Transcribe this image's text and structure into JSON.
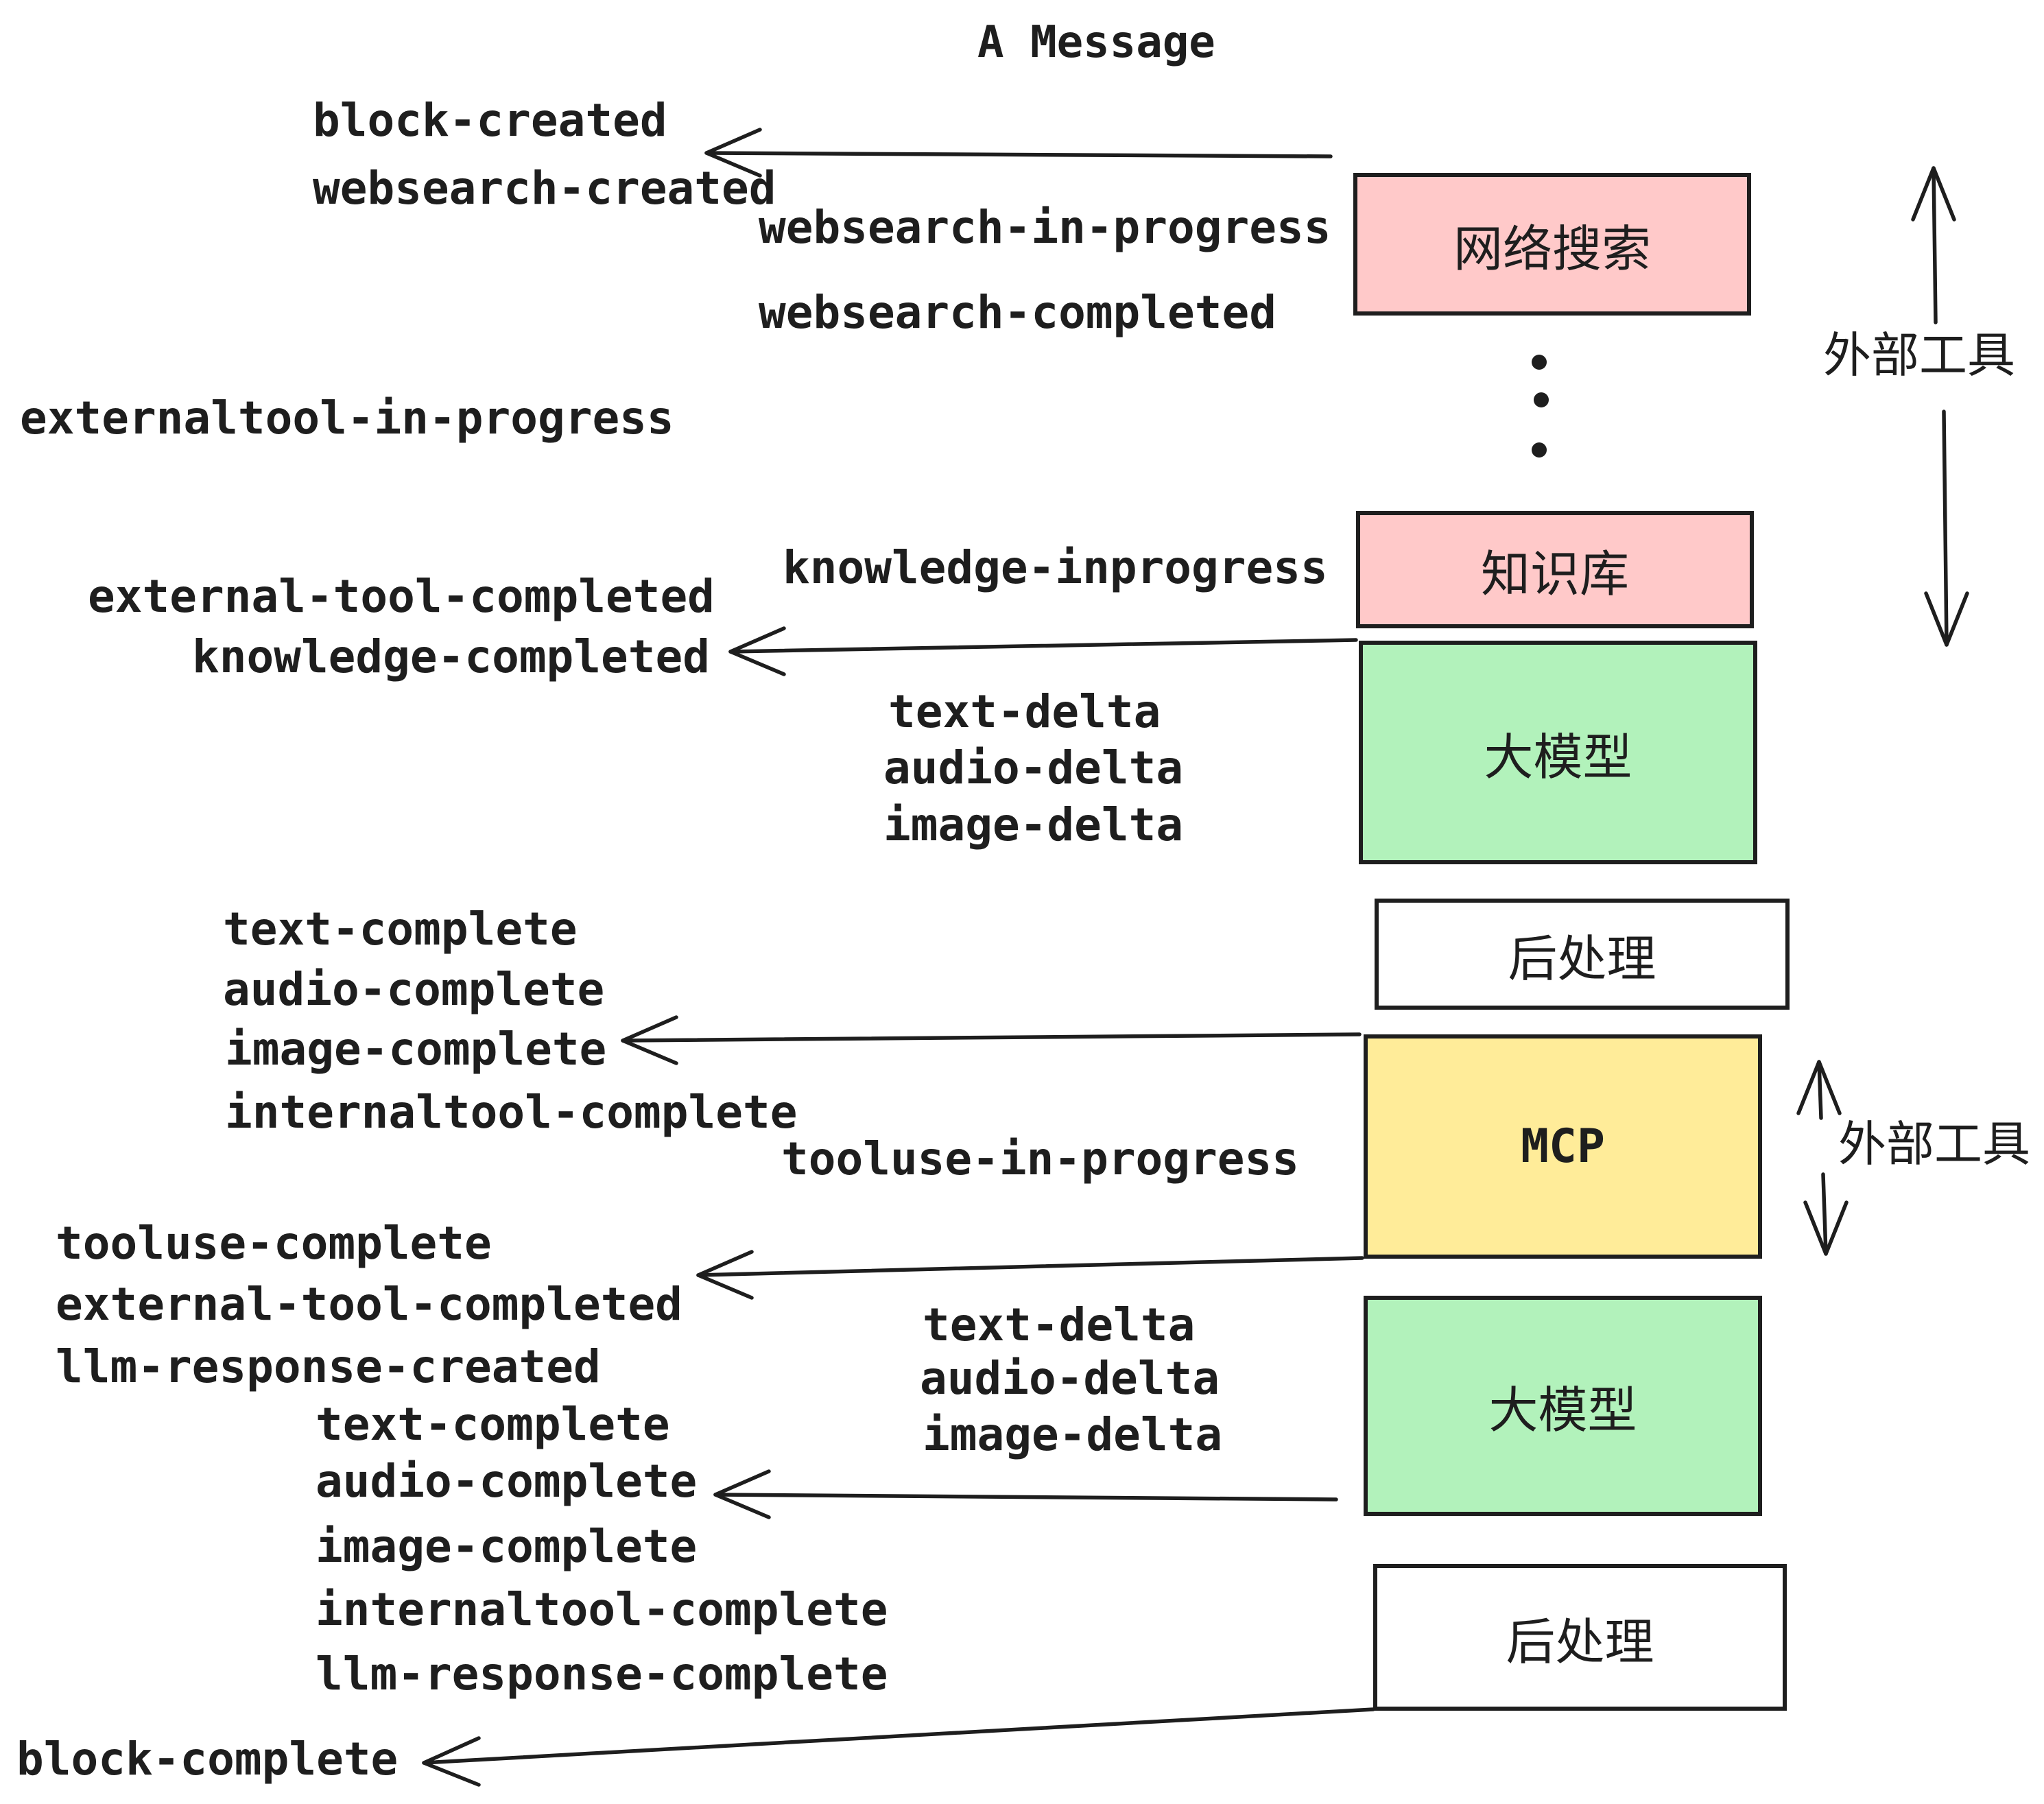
{
  "title": "A Message",
  "colors": {
    "ink": "#1e1e1e",
    "external_tool_box_fill": "#ffc9c9",
    "llm_box_fill": "#b2f2bb",
    "mcp_box_fill": "#ffec99",
    "post_process_box_fill": "#ffffff",
    "background": "#ffffff"
  },
  "boxes": [
    {
      "id": "websearch",
      "label": "网络搜索"
    },
    {
      "id": "knowledge",
      "label": "知识库"
    },
    {
      "id": "llm-1",
      "label": "大模型"
    },
    {
      "id": "post-1",
      "label": "后处理"
    },
    {
      "id": "mcp",
      "label": "MCP"
    },
    {
      "id": "llm-2",
      "label": "大模型"
    },
    {
      "id": "post-2",
      "label": "后处理"
    }
  ],
  "side_annotations": [
    {
      "id": "external-tools-top",
      "label": "外部工具"
    },
    {
      "id": "external-tools-mcp",
      "label": "外部工具"
    }
  ],
  "ellipsis_dot_count": 3,
  "events": {
    "block_created": "block-created",
    "websearch_created": "websearch-created",
    "websearch_in_progress": "websearch-in-progress",
    "websearch_completed": "websearch-completed",
    "externaltool_in_progress": "externaltool-in-progress",
    "knowledge_inprogress": "knowledge-inprogress",
    "external_tool_completed_1": "external-tool-completed",
    "knowledge_completed": "knowledge-completed",
    "text_delta_1": "text-delta",
    "audio_delta_1": "audio-delta",
    "image_delta_1": "image-delta",
    "text_complete_1": "text-complete",
    "audio_complete_1": "audio-complete",
    "image_complete_1": "image-complete",
    "internaltool_complete_1": "internaltool-complete",
    "tooluse_in_progress": "tooluse-in-progress",
    "tooluse_complete": "tooluse-complete",
    "external_tool_completed_2": "external-tool-completed",
    "llm_response_created": "llm-response-created",
    "text_delta_2": "text-delta",
    "audio_delta_2": "audio-delta",
    "image_delta_2": "image-delta",
    "text_complete_2": "text-complete",
    "audio_complete_2": "audio-complete",
    "image_complete_2": "image-complete",
    "internaltool_complete_2": "internaltool-complete",
    "llm_response_complete": "llm-response-complete",
    "block_complete": "block-complete"
  }
}
